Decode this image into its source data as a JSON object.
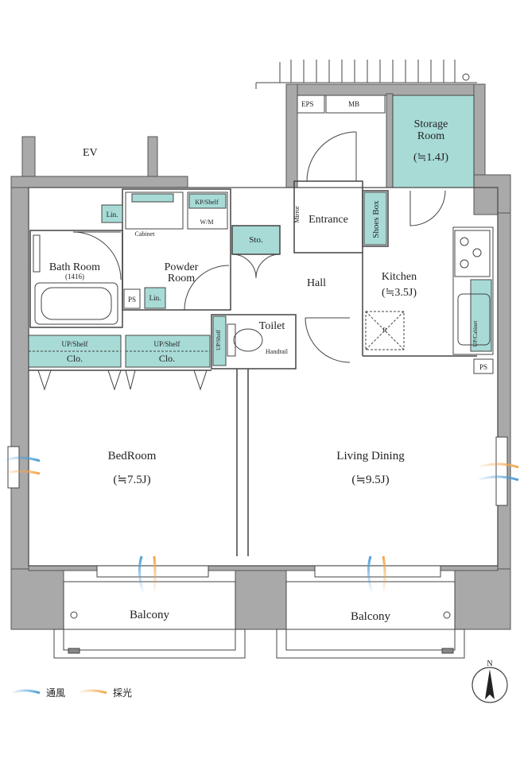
{
  "labels": {
    "ev": "EV",
    "eps": "EPS",
    "mb": "MB",
    "storage_room_1": "Storage",
    "storage_room_2": "Room",
    "storage_area": "(≒1.4J)",
    "entrance": "Entrance",
    "mirror": "Mirror",
    "shoes_box": "Shoes Box",
    "kitchen": "Kitchen",
    "kitchen_area": "(≒3.5J)",
    "refrigerator": "R",
    "bath_room": "Bath Room",
    "bath_size": "(1416)",
    "powder_room_1": "Powder",
    "powder_room_2": "Room",
    "cabinet": "Cabinet",
    "lin_1": "Lin.",
    "lin_2": "Lin.",
    "kp_shelf": "KP/Shelf",
    "wm": "W/M",
    "ps_1": "PS",
    "ps_2": "PS",
    "sto": "Sto.",
    "hall": "Hall",
    "toilet": "Toilet",
    "up_shelf_toilet": "UP/Shelf",
    "handrail": "Handrail",
    "up_shelf_1": "UP/Shelf",
    "clo_1": "Clo.",
    "up_shelf_2": "UP/Shelf",
    "clo_2": "Clo.",
    "up_cabinet": "UP/Cabinet",
    "bedroom": "BedRoom",
    "bedroom_area": "(≒7.5J)",
    "living_dining": "Living Dining",
    "living_area": "(≒9.5J)",
    "balcony_1": "Balcony",
    "balcony_2": "Balcony",
    "north": "N"
  },
  "legend": {
    "ventilation": "通風",
    "daylight": "採光"
  },
  "colors": {
    "wall": "#a9a9a9",
    "wall_stroke": "#555555",
    "storage_fill": "#a8dbd6",
    "line": "#444444",
    "ventilation_arrow": "#4a9ed6",
    "daylight_arrow": "#f2a54a"
  }
}
